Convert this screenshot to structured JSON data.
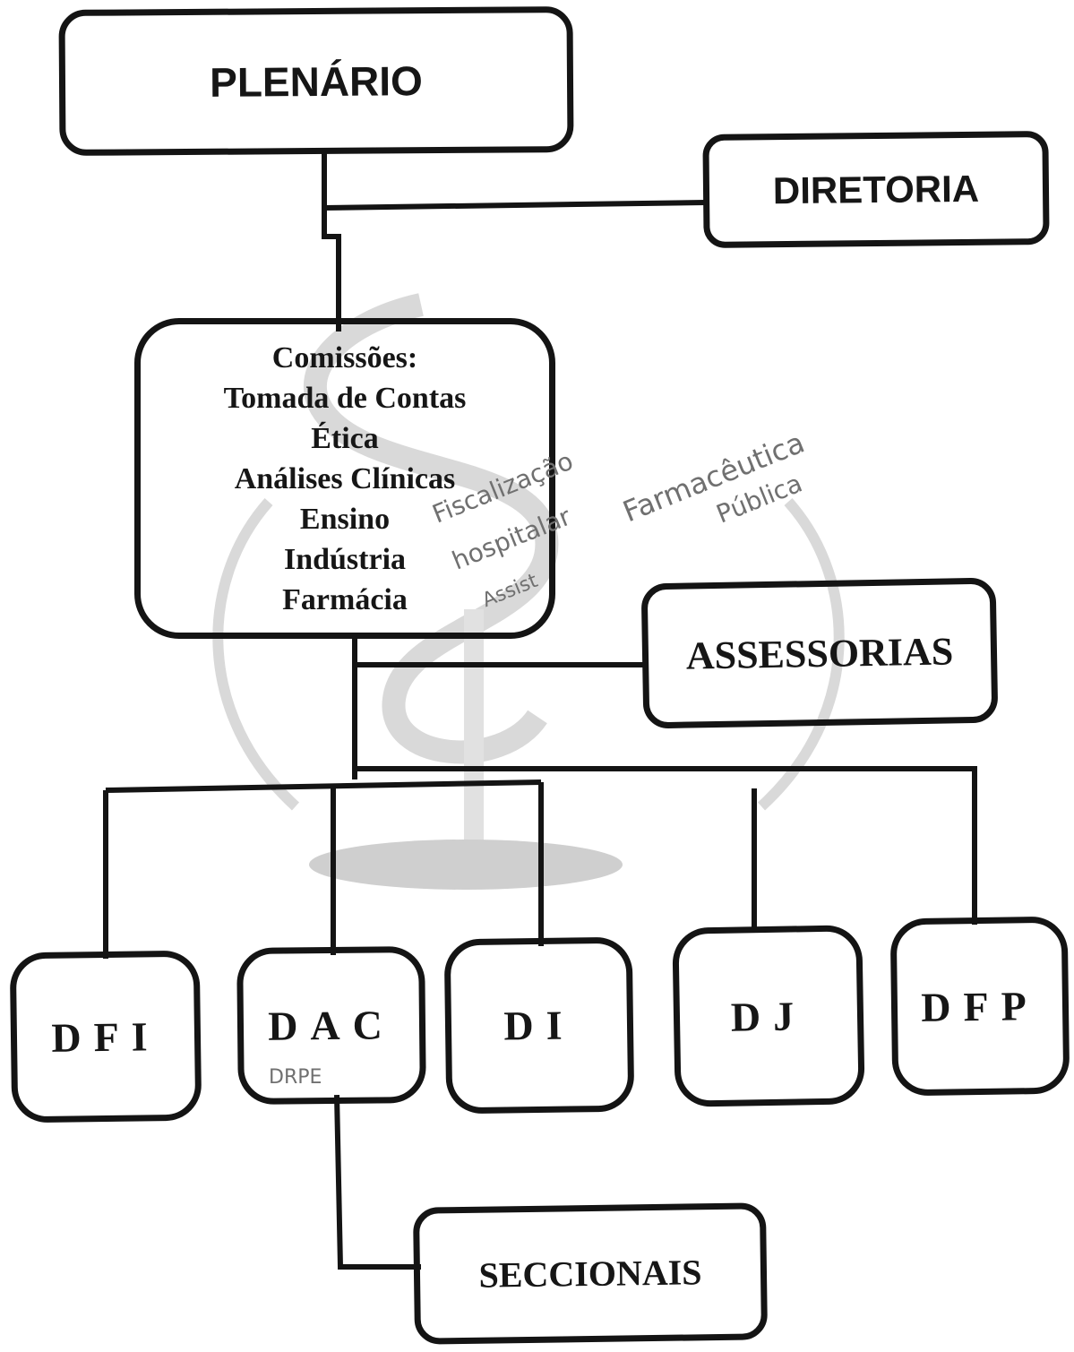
{
  "diagram": {
    "top": {
      "label": "PLENÁRIO"
    },
    "diretoria": {
      "label": "DIRETORIA"
    },
    "comissoes": {
      "title": "Comissões:",
      "items": [
        "Tomada de Contas",
        "Ética",
        "Análises Clínicas",
        "Ensino",
        "Indústria",
        "Farmácia"
      ]
    },
    "assessorias": {
      "label": "ASSESSORIAS"
    },
    "departments": [
      {
        "label": "DFI"
      },
      {
        "label": "DAC"
      },
      {
        "label": "DI"
      },
      {
        "label": "DJ"
      },
      {
        "label": "DFP"
      }
    ],
    "seccionais": {
      "label": "SECCIONAIS"
    }
  },
  "handwritten_notes": {
    "note1": "Fiscalização",
    "note2": "hospitalar",
    "note3": "Farmacêutica",
    "note4": "Pública",
    "note5": "Assist",
    "note6": "DRPE"
  },
  "colors": {
    "ink": "#141414",
    "watermark": "#d6d6d6",
    "pencil": "#707070"
  }
}
